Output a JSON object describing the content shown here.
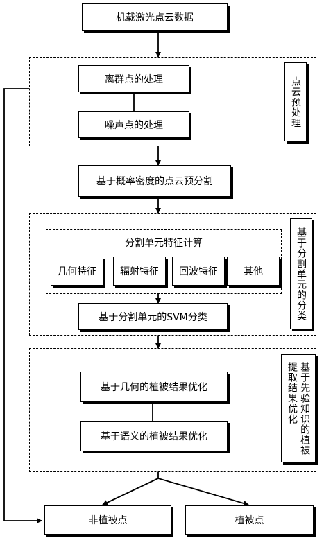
{
  "nodes": {
    "source": "机载激光点云数据",
    "outlier": "离群点的处理",
    "noise": "噪声点的处理",
    "presegment": "基于概率密度的点云预分割",
    "feature_calc": "分割单元特征计算",
    "geometry_feature": "几何特征",
    "radiometric_feature": "辐射特征",
    "echo_feature": "回波特征",
    "other_feature": "其他",
    "svm_classify": "基于分割单元的SVM分类",
    "geometry_optimize": "基于几何的植被结果优化",
    "semantic_optimize": "基于语义的植被结果优化",
    "non_vegetation": "非植被点",
    "vegetation": "植被点"
  },
  "groups": {
    "preprocess_label": "点云预处理",
    "classification_label": "基于分割单元的分类",
    "prior_label_col1": "基于先验知识的植被",
    "prior_label_col2": "提取结果优化"
  }
}
